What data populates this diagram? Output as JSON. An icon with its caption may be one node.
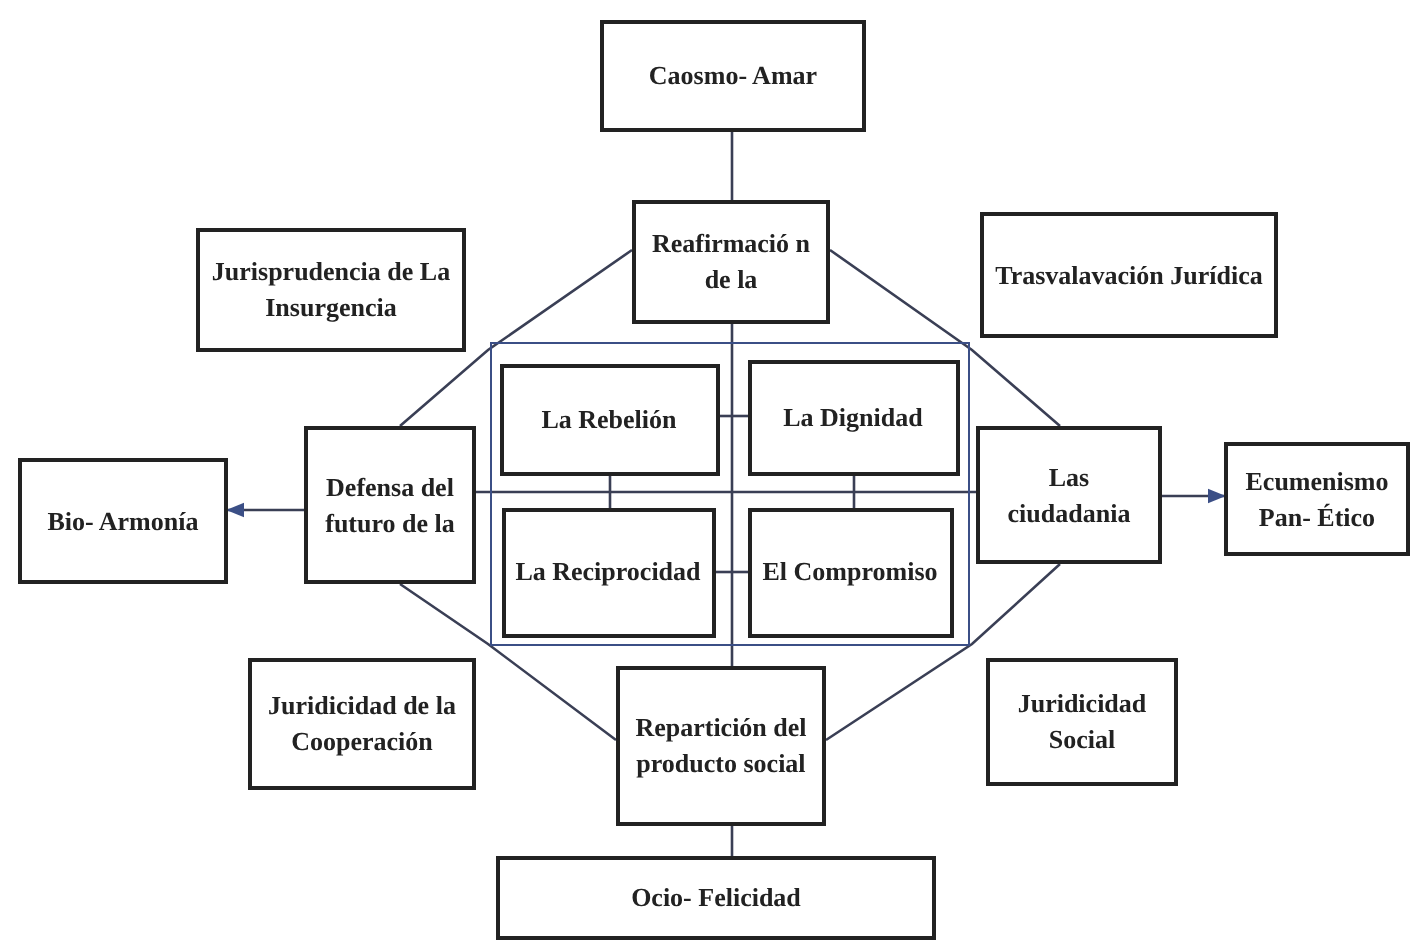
{
  "diagram": {
    "nodes": [
      {
        "text": [
          "Caosmo- Amar"
        ]
      },
      {
        "text": [
          "Reafirmació n de la"
        ]
      },
      {
        "text": [
          "Jurisprudencia de La Insurgencia"
        ]
      },
      {
        "text": [
          "Trasvalavación Jurídica"
        ]
      },
      {
        "text": [],
        "shape": "box"
      },
      {
        "text": [
          "La Rebelión"
        ],
        "in": 4
      },
      {
        "text": [
          "La Dignidad"
        ],
        "in": 4
      },
      {
        "text": [
          "Bio- Armonía"
        ]
      },
      {
        "text": [
          "Defensa del futuro de la"
        ]
      },
      {
        "text": [
          "Las ciudadania"
        ]
      },
      {
        "text": [
          "Ecumenismo Pan- Ético"
        ]
      },
      {
        "text": [
          "La Reciprocidad"
        ],
        "in": 4
      },
      {
        "text": [
          "El Compromiso"
        ],
        "in": 4
      },
      {
        "text": [
          "Juridicidad de la Cooperación"
        ]
      },
      {
        "text": [
          "Repartición del producto social"
        ]
      },
      {
        "text": [
          "Juridicidad Social"
        ]
      },
      {
        "text": [
          "Ocio- Felicidad"
        ]
      }
    ],
    "edges": [
      {
        "from": 0,
        "to": 1,
        "arrow": "none"
      },
      {
        "from": 1,
        "to": 8,
        "arrow": "none"
      },
      {
        "from": 1,
        "to": 9,
        "arrow": "none"
      },
      {
        "from": 1,
        "to": 14,
        "arrow": "none"
      },
      {
        "from": 8,
        "to": 7,
        "arrow": "to"
      },
      {
        "from": 8,
        "to": 9,
        "arrow": "none"
      },
      {
        "from": 9,
        "to": 10,
        "arrow": "to"
      },
      {
        "from": 8,
        "to": 14,
        "arrow": "none"
      },
      {
        "from": 9,
        "to": 14,
        "arrow": "none"
      },
      {
        "from": 14,
        "to": 16,
        "arrow": "none"
      },
      {
        "from": 5,
        "to": 6,
        "arrow": "none"
      },
      {
        "from": 5,
        "to": 11,
        "arrow": "none"
      },
      {
        "from": 6,
        "to": 12,
        "arrow": "none"
      },
      {
        "from": 11,
        "to": 12,
        "arrow": "none"
      }
    ]
  }
}
